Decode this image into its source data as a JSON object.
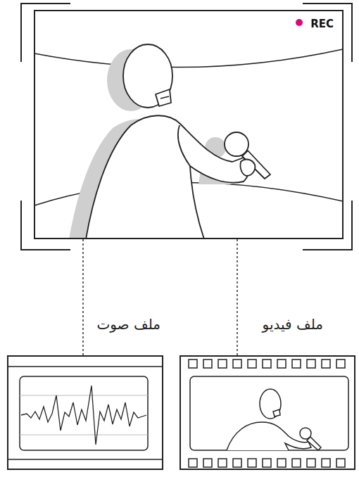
{
  "diagram": {
    "nodes": [
      {
        "text": [
          "REC"
        ]
      },
      {
        "text": [
          "ملف فيديو"
        ]
      },
      {
        "text": [
          "ملف صوت"
        ]
      }
    ],
    "edges": [
      {
        "from": 0,
        "to": 1,
        "arrow": "none"
      },
      {
        "from": 0,
        "to": 2,
        "arrow": "none"
      }
    ]
  }
}
